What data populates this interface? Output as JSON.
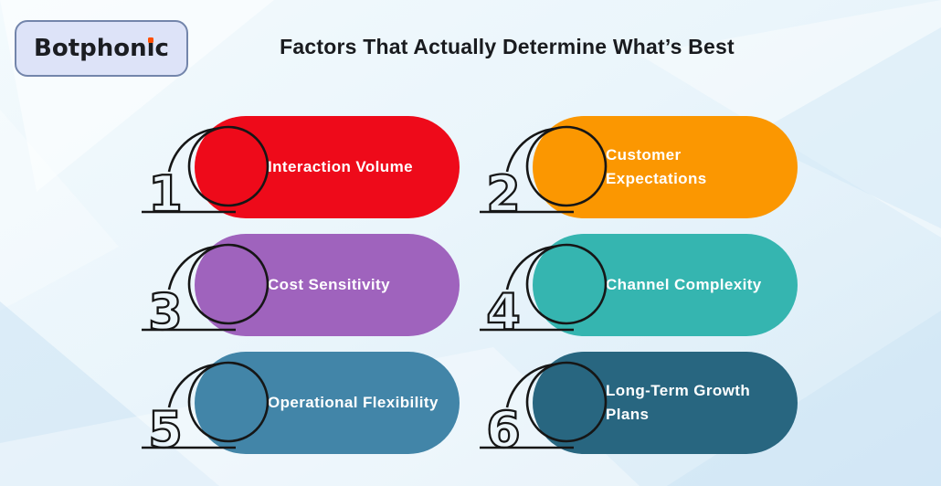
{
  "logo": {
    "text": "Botphonic",
    "pre": "Botphon",
    "i_char": "ı",
    "post": "c",
    "dot_color": "#ff4e00",
    "badge_bg": "#dde3f8",
    "badge_border": "#7385ab"
  },
  "title": "Factors That Actually Determine What’s Best",
  "factors": [
    {
      "number": "1",
      "label": "Interaction Volume",
      "color": "#ee0a1a"
    },
    {
      "number": "2",
      "label": "Customer Expectations",
      "color": "#fb9701"
    },
    {
      "number": "3",
      "label": "Cost Sensitivity",
      "color": "#9f63bd"
    },
    {
      "number": "4",
      "label": "Channel Complexity",
      "color": "#35b5b0"
    },
    {
      "number": "5",
      "label": "Operational Flexibility",
      "color": "#4285a8"
    },
    {
      "number": "6",
      "label": "Long-Term Growth\nPlans",
      "color": "#286680"
    }
  ],
  "theme": {
    "line_stroke": "#161616",
    "title_color": "#191b1f",
    "label_color": "#ffffff",
    "background_top": "#f3fafd",
    "background_bottom": "#d9ebf7"
  }
}
